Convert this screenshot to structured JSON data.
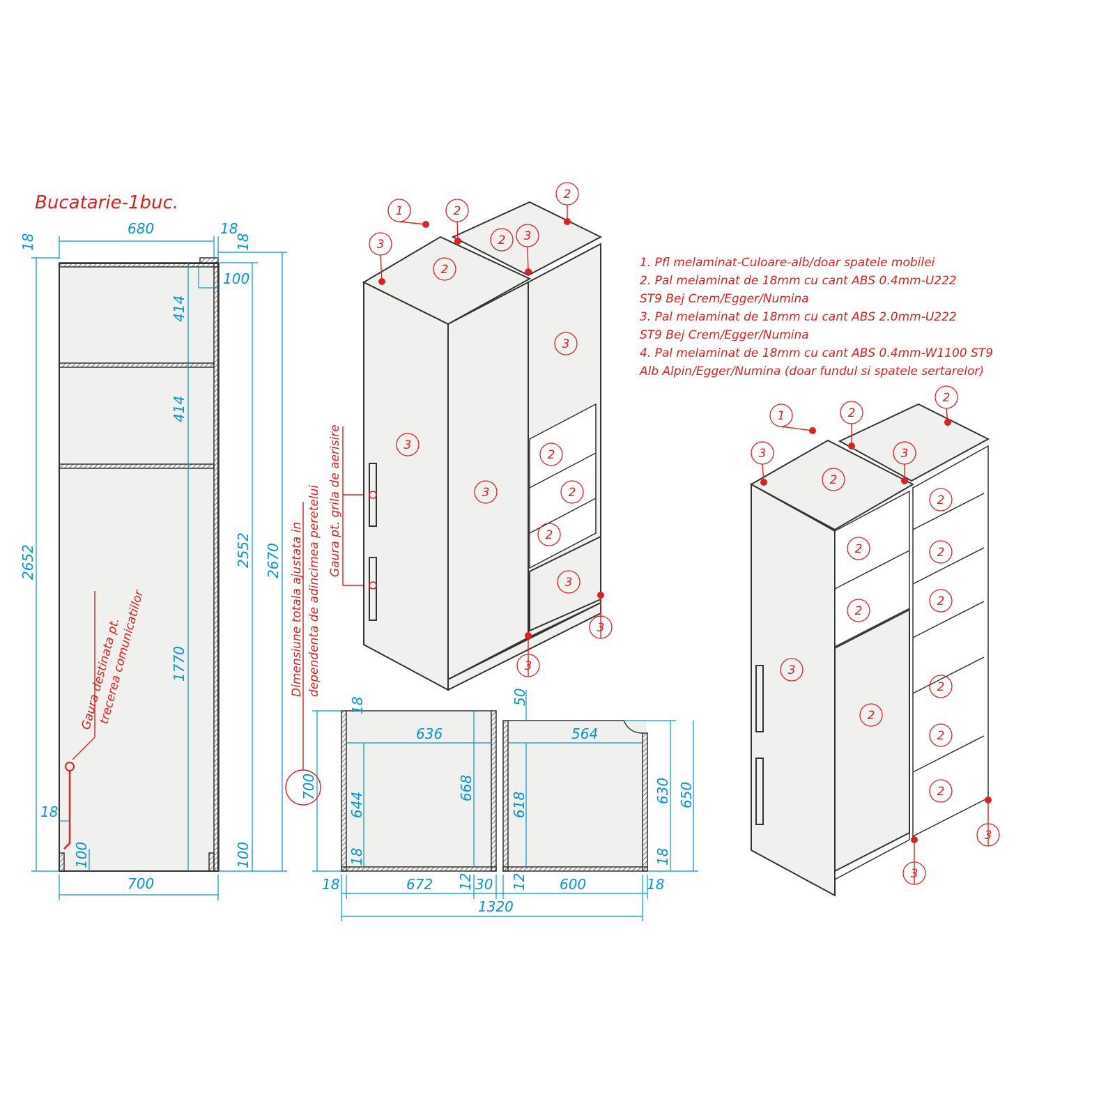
{
  "title": "Bucatarie-1buc.",
  "legend": [
    "1. Pfl melaminat-Culoare-alb/doar spatele mobilei",
    "2. Pal melaminat de 18mm cu cant ABS 0.4mm-U222",
    "ST9 Bej Crem/Egger/Numina",
    "3. Pal melaminat de 18mm cu cant ABS 2.0mm-U222",
    "ST9 Bej Crem/Egger/Numina",
    "4. Pal melaminat de 18mm cu cant ABS 0.4mm-W1100 ST9",
    "Alb Alpin/Egger/Numina (doar fundul si spatele sertarelor)"
  ],
  "side_view": {
    "dims": {
      "top_width": "680",
      "top_right": "18",
      "top_left_small": "18",
      "right_small": "18",
      "offset_100_top": "100",
      "shelf_1": "414",
      "shelf_2": "414",
      "lower": "1770",
      "total_left": "2652",
      "inner_height": "2552",
      "total_right": "2670",
      "bottom_left_100": "100",
      "bottom_right_100": "100",
      "hole_offset": "18",
      "bottom_width": "700"
    },
    "note_line1": "Gaura destinata pt.",
    "note_line2": "trecerea comunicatiilor"
  },
  "plan_view": {
    "dims": {
      "left_top_18": "18",
      "d636": "636",
      "d50": "50",
      "d564": "564",
      "d644": "644",
      "d668": "668",
      "d618": "618",
      "d630": "630",
      "d650": "650",
      "bottom_left_18": "18",
      "bottom_right_18": "18",
      "d700": "700",
      "b18a": "18",
      "d672": "672",
      "d12a": "12",
      "d30": "30",
      "d12b": "12",
      "d600": "600",
      "b18b": "18",
      "d1320": "1320"
    },
    "note_depth_1": "Dimensiune totala ajustata in",
    "note_depth_2": "dependenta de adincimea peretelui",
    "note_vent": "Gaura pt. grila de aerisire"
  },
  "iso_closed_tags": [
    "1",
    "2",
    "2",
    "2",
    "3",
    "2",
    "3",
    "3",
    "3",
    "3",
    "2",
    "2",
    "2",
    "3",
    "3",
    "3"
  ],
  "iso_open_tags": [
    "1",
    "2",
    "2",
    "3",
    "2",
    "3",
    "2",
    "2",
    "2",
    "2",
    "2",
    "2",
    "3",
    "2",
    "2",
    "2",
    "3",
    "3"
  ]
}
